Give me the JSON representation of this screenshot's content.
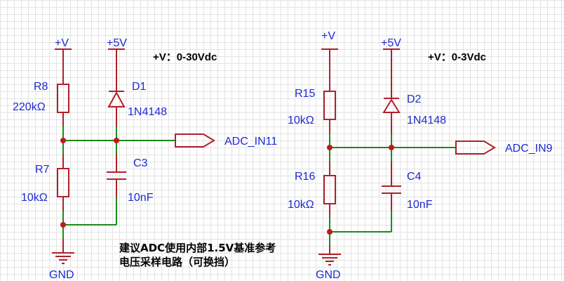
{
  "left": {
    "power_v": "+V",
    "power_5v": "+5V",
    "spec": "+V：0-30Vdc",
    "r_top": {
      "ref": "R8",
      "value": "220kΩ"
    },
    "diode": {
      "ref": "D1",
      "value": "1N4148"
    },
    "r_bottom": {
      "ref": "R7",
      "value": "10kΩ"
    },
    "cap": {
      "ref": "C3",
      "value": "10nF"
    },
    "adc": "ADC_IN11",
    "gnd": "GND"
  },
  "right": {
    "power_v": "+V",
    "power_5v": "+5V",
    "spec": "+V：0-3Vdc",
    "r_top": {
      "ref": "R15",
      "value": "10kΩ"
    },
    "diode": {
      "ref": "D2",
      "value": "1N4148"
    },
    "r_bottom": {
      "ref": "R16",
      "value": "10kΩ"
    },
    "cap": {
      "ref": "C4",
      "value": "10nF"
    },
    "adc": "ADC_IN9",
    "gnd": "GND"
  },
  "note": {
    "line1": "建议ADC使用内部1.5V基准参考",
    "line2": "电压采样电路（可换挡）"
  }
}
